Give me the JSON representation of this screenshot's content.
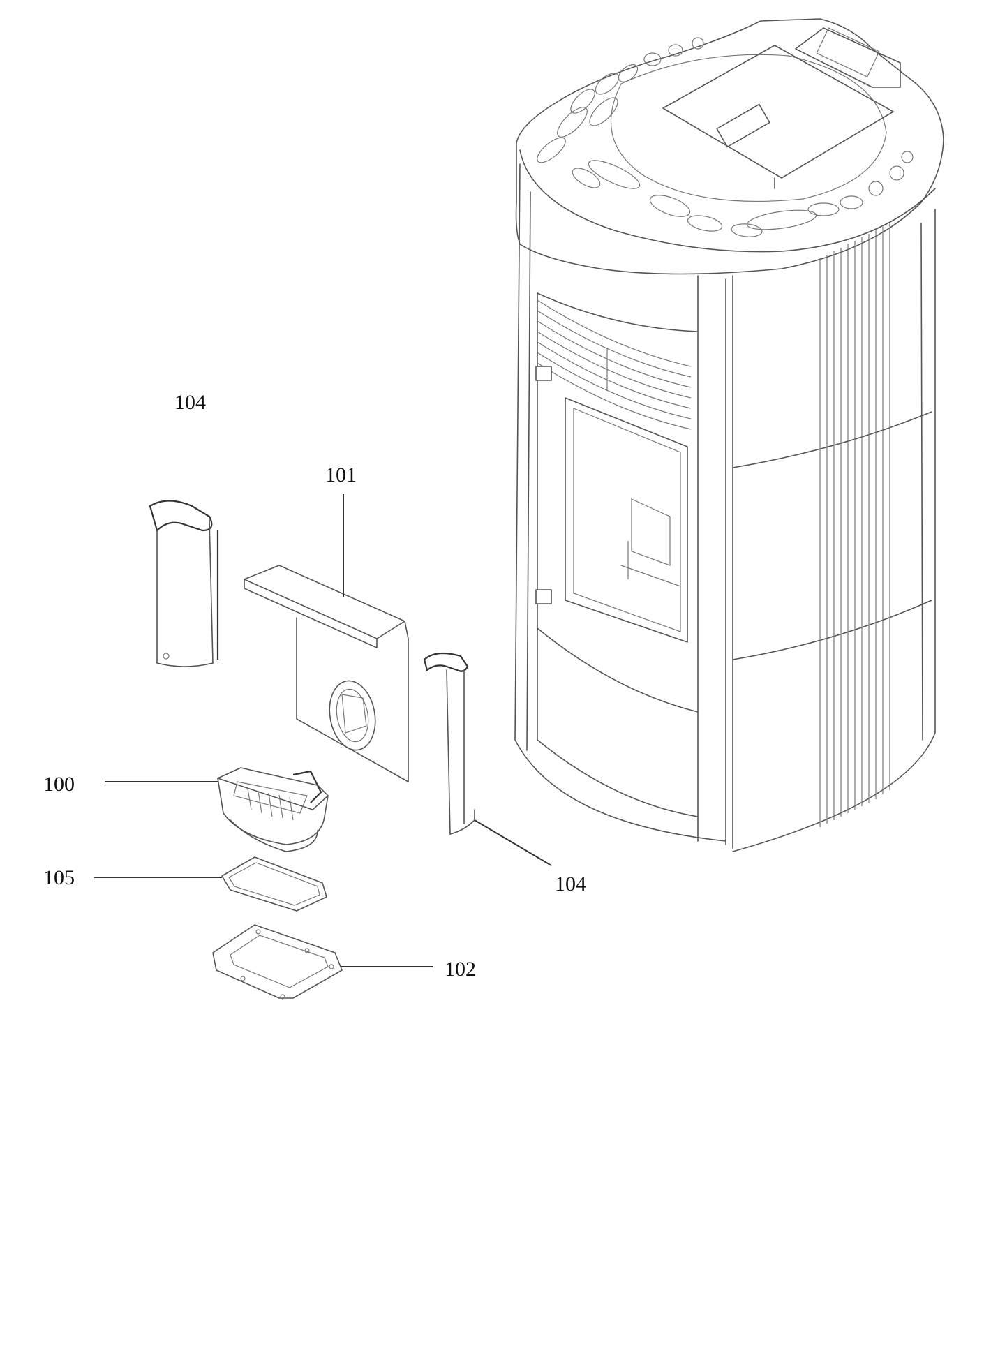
{
  "parts": [
    {
      "id": "p104a",
      "label": "104"
    },
    {
      "id": "p101",
      "label": "101"
    },
    {
      "id": "p100",
      "label": "100"
    },
    {
      "id": "p105",
      "label": "105"
    },
    {
      "id": "p104b",
      "label": "104"
    },
    {
      "id": "p102",
      "label": "102"
    }
  ],
  "colors": {
    "line": "#555555",
    "leader": "#333333",
    "label": "#111111",
    "background": "#ffffff"
  }
}
